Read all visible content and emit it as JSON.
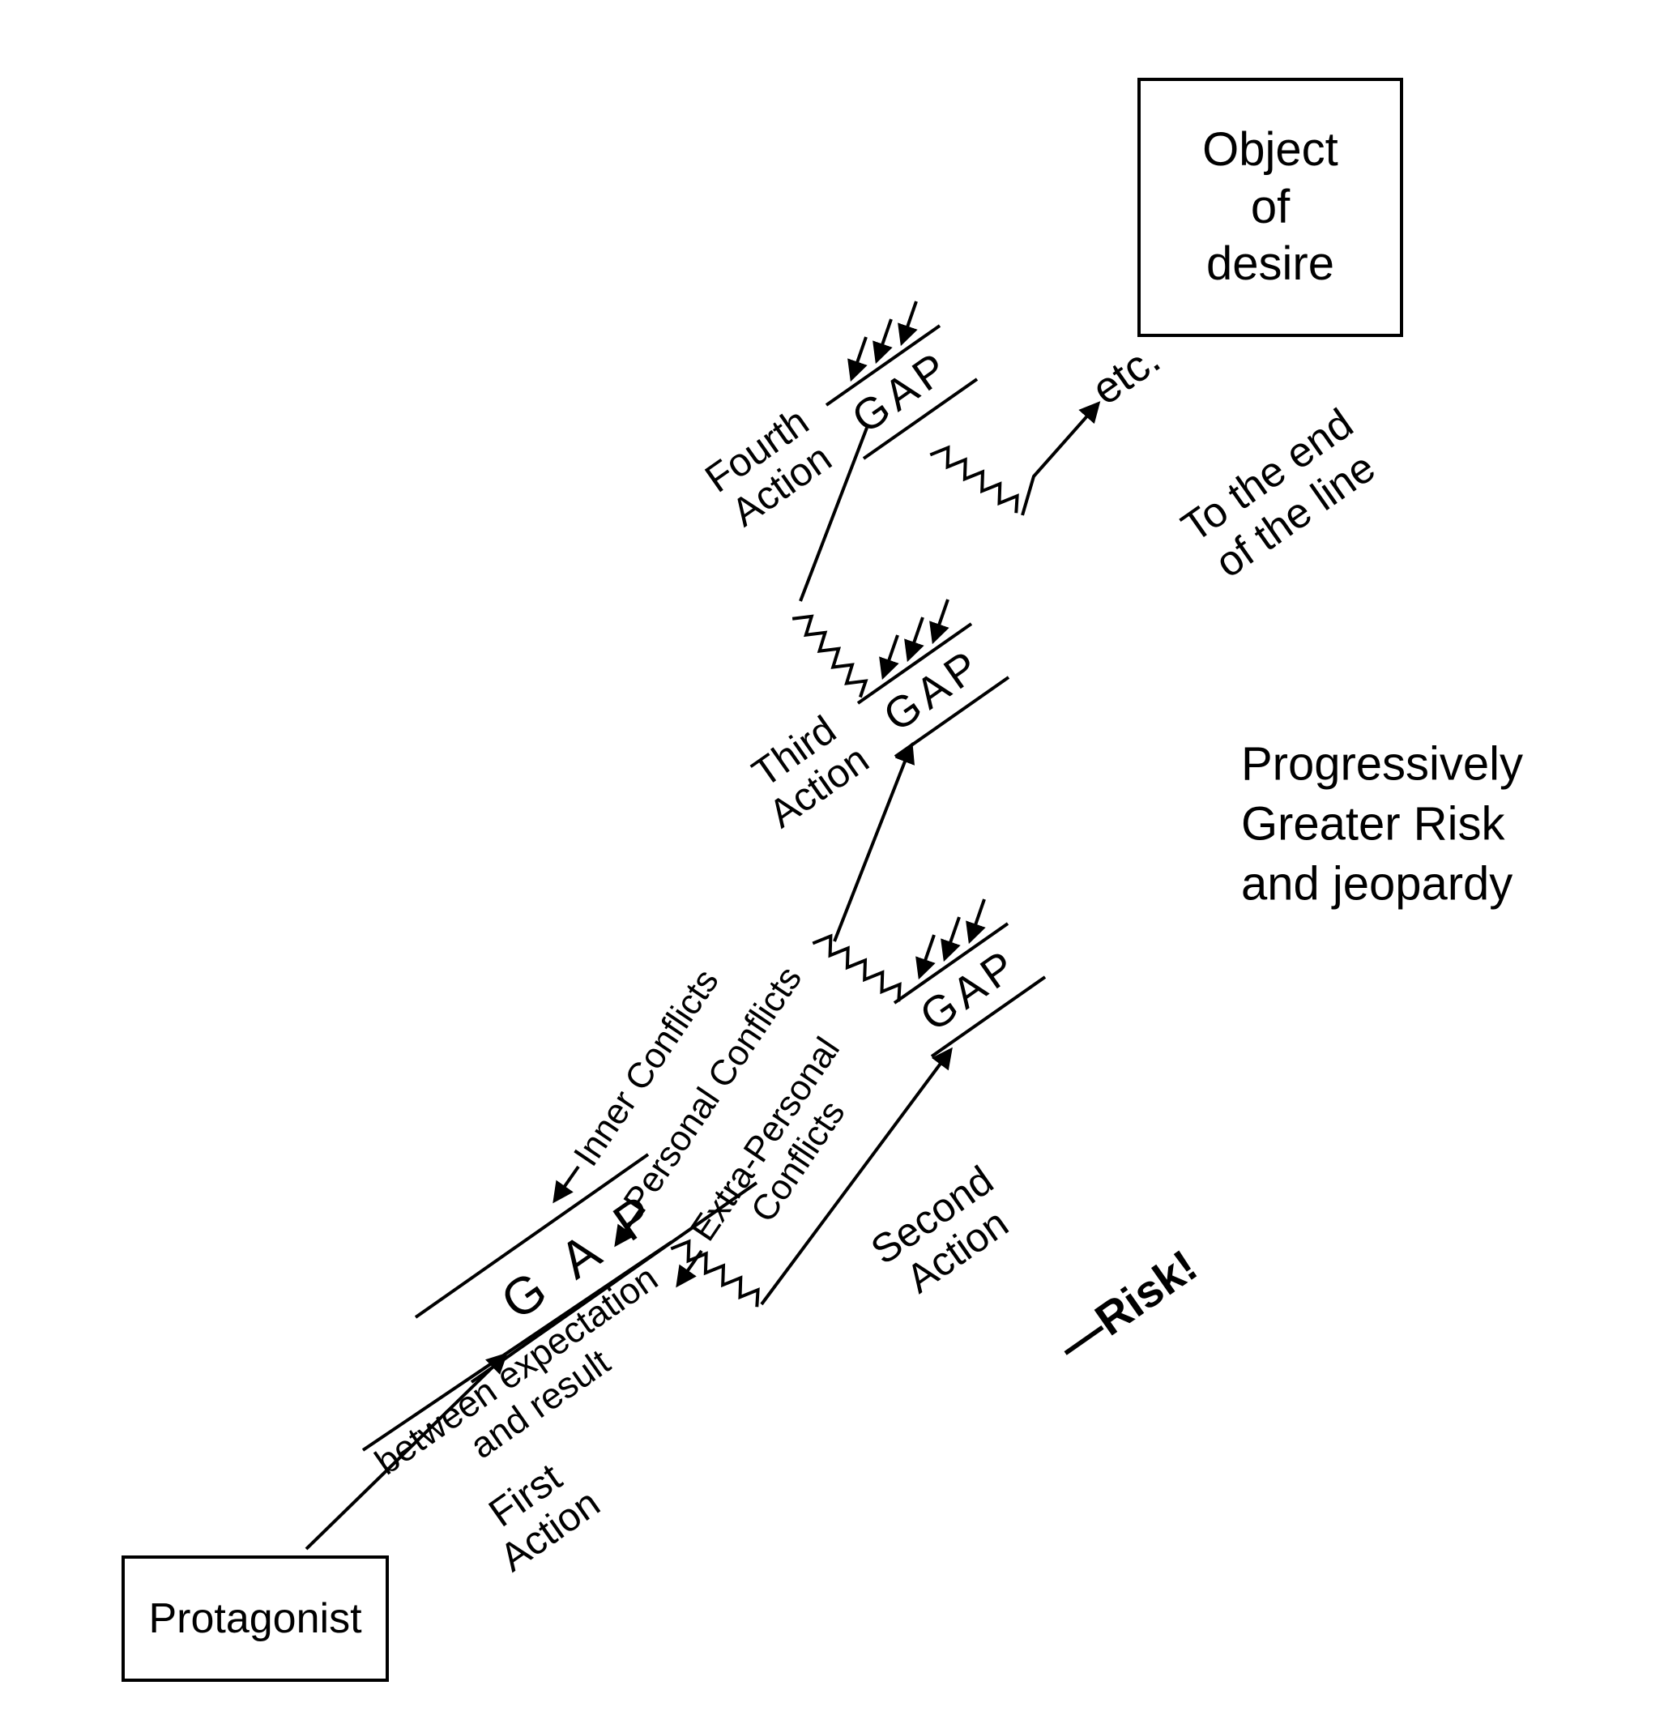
{
  "colors": {
    "ink": "#000000",
    "background": "#ffffff"
  },
  "nodes": {
    "protagonist": {
      "label": "Protagonist"
    },
    "object_of_desire": {
      "lines": [
        "Object",
        "of",
        "desire"
      ]
    }
  },
  "gaps": {
    "first": {
      "label": "GAP",
      "subtitle_lines": [
        "between expectation",
        "and result"
      ]
    },
    "second": {
      "label": "GAP"
    },
    "third": {
      "label": "GAP"
    },
    "fourth": {
      "label": "GAP"
    }
  },
  "actions": {
    "first": {
      "lines": [
        "First",
        "Action"
      ]
    },
    "second": {
      "lines": [
        "Second",
        "Action"
      ],
      "risk": "—Risk!"
    },
    "third": {
      "lines": [
        "Third",
        "Action"
      ]
    },
    "fourth": {
      "lines": [
        "Fourth",
        "Action"
      ]
    }
  },
  "conflicts": {
    "inner": {
      "lines": [
        "Inner Conflicts"
      ]
    },
    "personal": {
      "lines": [
        "Personal Conflicts"
      ]
    },
    "extra_personal": {
      "lines": [
        "Extra-Personal",
        "Conflicts"
      ]
    }
  },
  "annotations": {
    "etc": "etc.",
    "end_of_line_lines": [
      "To the end",
      "of the line"
    ],
    "risk_note_lines": [
      "Progressively",
      "Greater Risk",
      "and jeopardy"
    ]
  }
}
